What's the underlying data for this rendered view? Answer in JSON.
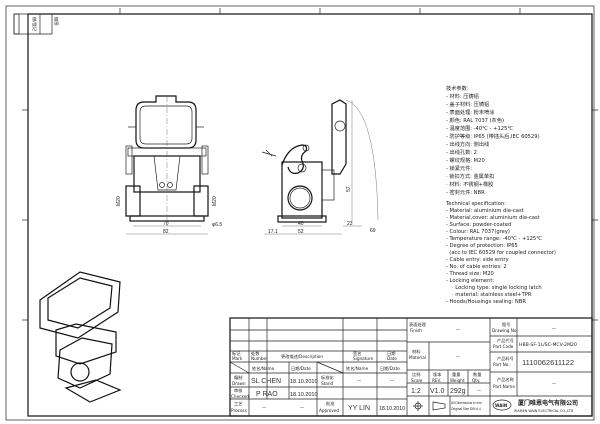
{
  "side_strip": {
    "label1": "借/登记",
    "label2": "描图"
  },
  "spec_cn": [
    "技术参数:",
    "- 材料: 压铸铝",
    "- 盖子材料: 压铸铝",
    "- 表面处理: 粉末喷涂",
    "- 颜色: RAL 7037 (灰色)",
    "- 温度范围: -40℃ - +125℃",
    "- 防护等级: IP65 (带插头后,IEC 60529)",
    "- 出线方向: 侧出线",
    "- 出线孔数: 2",
    "- 螺纹规格: M20",
    "- 锁紧元件:",
    "   · 锁扣方式: 金属单扣",
    "   · 材料: 不锈钢+橡胶",
    "- 密封元件: NBR"
  ],
  "spec_en": [
    "Technical specification:",
    "- Material: aluminium die-cast",
    "- Material,cover: aluminium die-cast",
    "- Surface: powder-coated",
    "- Colour: RAL 7037(grey)",
    "- Temperature range: -40℃ - +125℃",
    "- Degree of protection: IP65",
    "  (acc.to IEC 60529 for coupled connector)",
    "- Cable entry: side entry",
    "- No. of cable entries: 2",
    "- Thread size: M20",
    "- Locking element:",
    "    · Locking type: single locking latch",
    "    · material: stainless steel+TPR",
    "- Hoods/Housings sealing: NBR"
  ],
  "dimensions": {
    "front_width_inner": "70",
    "front_width_outer": "82",
    "hole": "φ6.5",
    "thread_left": "M20",
    "thread_right": "M20",
    "side_a": "17.1",
    "side_b": "40",
    "side_c": "52",
    "side_d": "23",
    "height": "57",
    "side_e": "69"
  },
  "title_block": {
    "mark": "标记\nMark",
    "number": "处数\nNumber",
    "description": "更改描述/Description",
    "signature": "签名\nSignature",
    "date": "日期\nDate",
    "name_h": "姓名/Name",
    "date_h": "日期/Date",
    "name_h2": "姓名/Name",
    "date_h2": "日期/Date",
    "drawn_cn": "编制",
    "drawn": "Drawn",
    "drawn_name": "SL CHEN",
    "drawn_date": "18.10.2010",
    "stand_cn": "标准化",
    "stand": "Stand",
    "stand_name": "—",
    "stand_date": "—",
    "checked_cn": "审核",
    "checked": "Checked",
    "checked_name": "P RAO",
    "checked_date": "18.10.2010",
    "process_cn": "工艺",
    "process": "Process",
    "process_name": "—",
    "process_date": "—",
    "approved_cn": "批准",
    "approved": "Approved",
    "approved_name": "YY LIN",
    "approved_date": "18.10.2010",
    "finish_cn": "表面处理",
    "finish": "Finish",
    "finish_val": "—",
    "material_cn": "材料",
    "material": "Material",
    "material_val": "—",
    "scale_cn": "比例",
    "scale": "Scale",
    "scale_val": "1:2",
    "rev_cn": "版本",
    "rev": "REV.",
    "rev_val": "V1.0",
    "weight_cn": "重量",
    "weight": "Weight",
    "weight_val": "292g",
    "qty_cn": "数量",
    "qty": "Qty.",
    "qty_val": "—",
    "dims_note1": "All Dimensions in mm",
    "dims_note2": "Original Size DIN A 4",
    "drawing_no_cn": "图号",
    "drawing_no": "Drawing No.",
    "drawing_no_val": "—",
    "part_code_cn": "产品代号",
    "part_code": "Part Code",
    "part_code_val": "HBB-SF-1L/SC-MCV-2M20",
    "part_no_cn": "产品料号",
    "part_no": "Part No.",
    "part_no_val": "1110062611122",
    "part_name_cn": "产品名称",
    "part_name": "Part Name",
    "part_name_val": "—",
    "company_logo": "WAIN",
    "company_cn": "厦门唯恩电气有限公司",
    "company_en": "XIAMEN WAIN ELECTRICAL CO.,LTD"
  }
}
